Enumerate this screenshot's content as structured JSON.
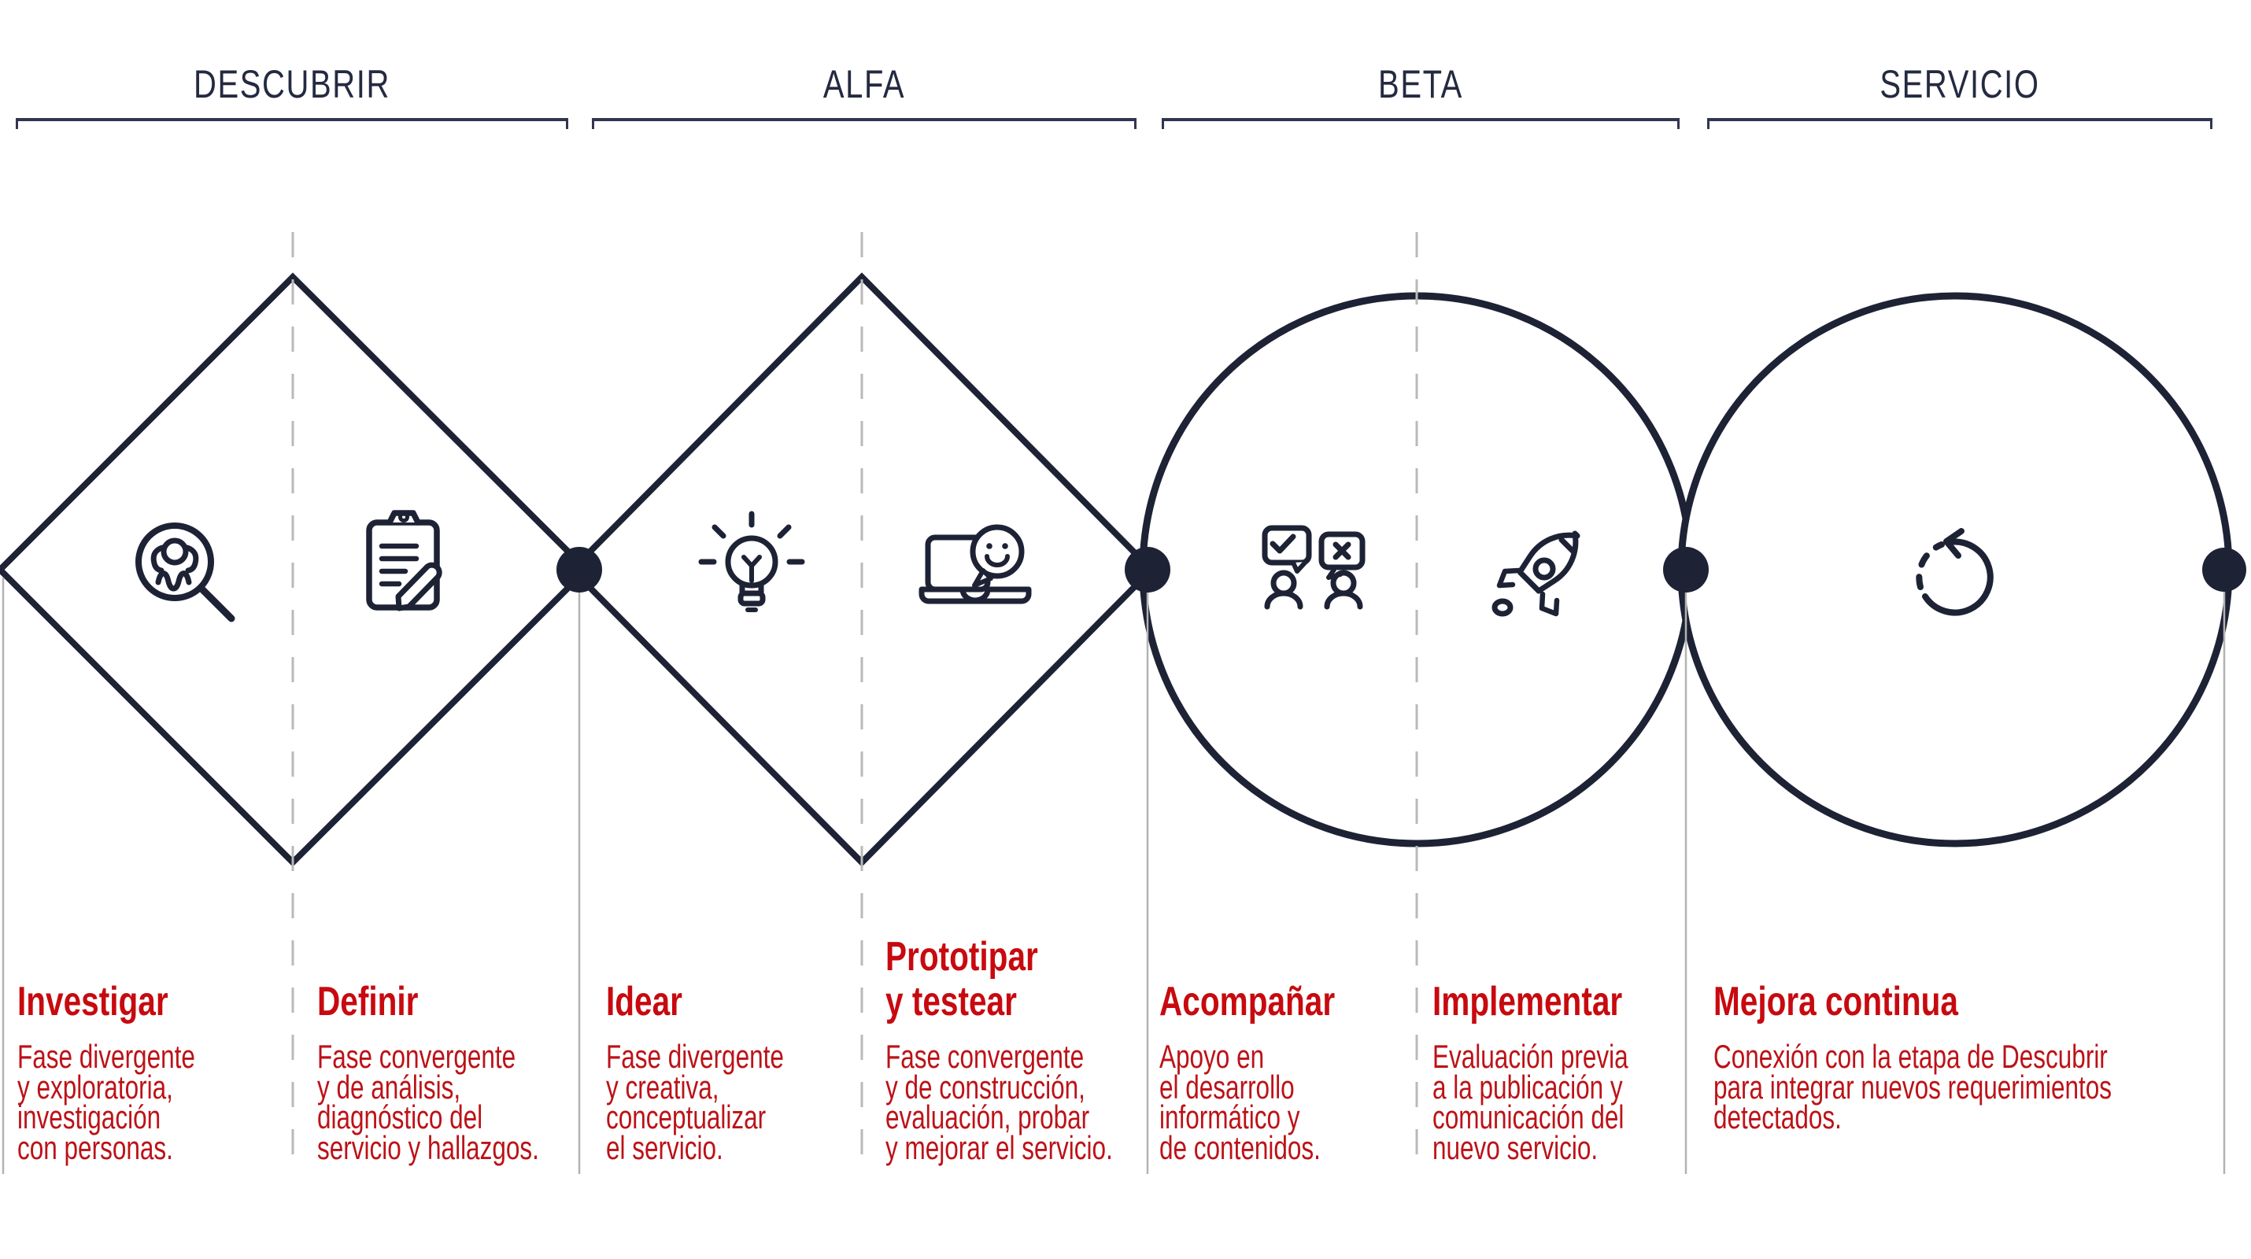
{
  "phases": [
    {
      "label": "DESCUBRIR"
    },
    {
      "label": "ALFA"
    },
    {
      "label": "BETA"
    },
    {
      "label": "SERVICIO"
    }
  ],
  "columns": [
    {
      "heading": "Investigar",
      "body": "Fase divergente\ny exploratoria,\ninvestigación\ncon personas."
    },
    {
      "heading": "Definir",
      "body": "Fase convergente\ny de análisis,\ndiagnóstico del\nservicio y hallazgos."
    },
    {
      "heading": "Idear",
      "body": "Fase divergente\ny creativa,\nconceptualizar\nel servicio."
    },
    {
      "heading": "Prototipar\ny testear",
      "body": "Fase convergente\ny de construcción,\nevaluación, probar\ny mejorar el servicio."
    },
    {
      "heading": "Acompañar",
      "body": "Apoyo en\nel desarrollo\ninformático y\nde contenidos."
    },
    {
      "heading": "Implementar",
      "body": "Evaluación previa\na la publicación y\ncomunicación del\nnuevo servicio."
    },
    {
      "heading": "Mejora continua",
      "body": "Conexión con la etapa de Descubrir\npara integrar nuevos requerimientos\ndetectados."
    }
  ],
  "icons": [
    {
      "name": "person-search-icon"
    },
    {
      "name": "clipboard-pencil-icon"
    },
    {
      "name": "lightbulb-icon"
    },
    {
      "name": "laptop-smiley-icon"
    },
    {
      "name": "people-feedback-icon"
    },
    {
      "name": "rocket-icon"
    },
    {
      "name": "refresh-loop-icon"
    }
  ],
  "colors": {
    "navy": "#1E2235",
    "red_heading": "#C70A0F",
    "red_body": "#BC1217",
    "gray_line": "#B3B3B3",
    "bracket": "#30364E"
  }
}
